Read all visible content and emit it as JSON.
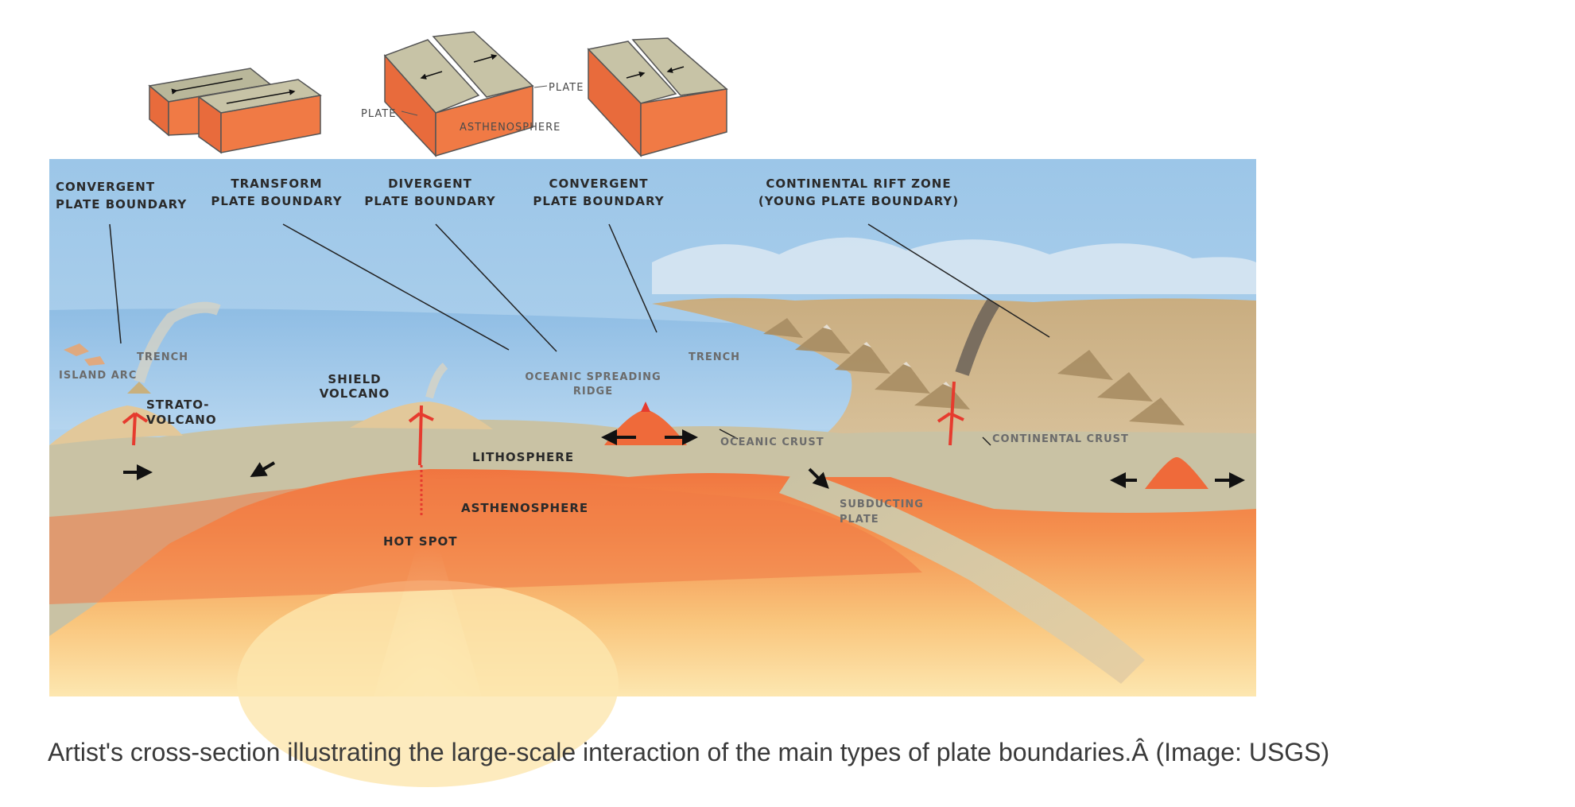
{
  "diagram": {
    "inset_labels": {
      "plate_right": "PLATE",
      "plate_left": "PLATE",
      "asthenosphere": "ASTHENOSPHERE"
    },
    "callouts": {
      "convergent_1": [
        "CONVERGENT",
        "PLATE BOUNDARY"
      ],
      "transform": [
        "TRANSFORM",
        "PLATE BOUNDARY"
      ],
      "divergent": [
        "DIVERGENT",
        "PLATE BOUNDARY"
      ],
      "convergent_2": [
        "CONVERGENT",
        "PLATE BOUNDARY"
      ],
      "rift": [
        "CONTINENTAL RIFT ZONE",
        "(YOUNG PLATE BOUNDARY)"
      ]
    },
    "features": {
      "trench_left": "TRENCH",
      "island_arc": "ISLAND ARC",
      "strato_volcano": [
        "STRATO-",
        "VOLCANO"
      ],
      "shield_volcano": [
        "SHIELD",
        "VOLCANO"
      ],
      "ridge": [
        "OCEANIC SPREADING",
        "RIDGE"
      ],
      "trench_right": "TRENCH",
      "oceanic_crust": "OCEANIC CRUST",
      "continental_crust": "CONTINENTAL CRUST",
      "lithosphere": "LITHOSPHERE",
      "asthenosphere": "ASTHENOSPHERE",
      "hot_spot": "HOT SPOT",
      "subducting_plate": [
        "SUBDUCTING",
        "PLATE"
      ]
    },
    "colors": {
      "sky": "#a9cdea",
      "ocean": "#9ec7e8",
      "lithosphere": "#c9c2a4",
      "asthenosphere": "#f07a45",
      "mantle_deep": "#fde2a3",
      "land": "#cbb287",
      "magma": "#e63b2e"
    }
  },
  "caption": "Artist's cross-section illustrating the large-scale interaction of the main types of plate boundaries.Â  (Image: USGS)"
}
